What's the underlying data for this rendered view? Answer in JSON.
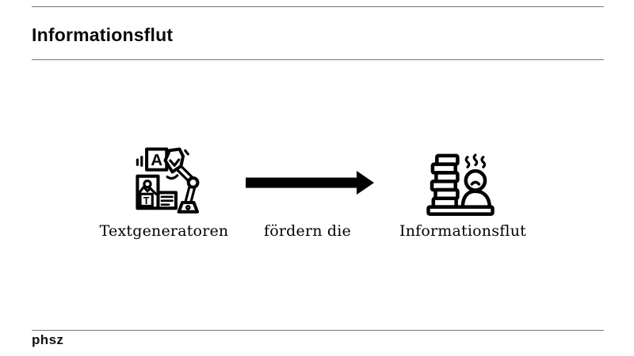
{
  "slide": {
    "title": "Informationsflut",
    "footer_logo": "phsz"
  },
  "diagram": {
    "subject": {
      "icon": "text-generator-robot-icon",
      "label": "Textgeneratoren",
      "icon_letter_a": "A",
      "icon_letter_t": "T"
    },
    "relation": {
      "icon": "arrow-right-icon",
      "label": "fördern die"
    },
    "object": {
      "icon": "information-overload-icon",
      "label": "Informationsflut"
    }
  },
  "colors": {
    "ink": "#000000",
    "rule": "#757575",
    "background": "#ffffff"
  }
}
